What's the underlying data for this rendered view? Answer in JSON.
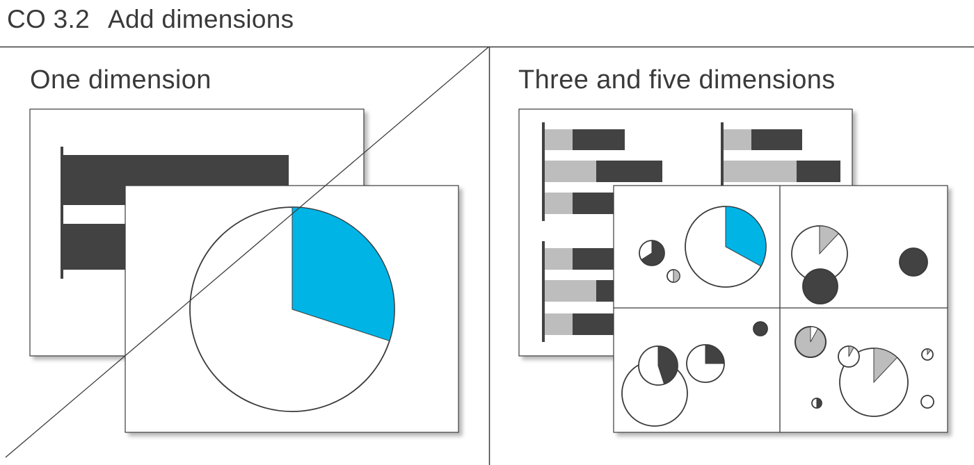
{
  "header": {
    "code": "CO 3.2",
    "title": "Add dimensions"
  },
  "left_panel": {
    "heading": "One dimension",
    "pie": {
      "highlight_fraction": 0.3,
      "highlight_color": "#00b4e6"
    }
  },
  "right_panel": {
    "heading": "Three and five dimensions"
  },
  "colors": {
    "dark": "#424242",
    "light_gray": "#bdbdbd",
    "accent": "#00b4e6",
    "line": "#3a3a3a"
  }
}
